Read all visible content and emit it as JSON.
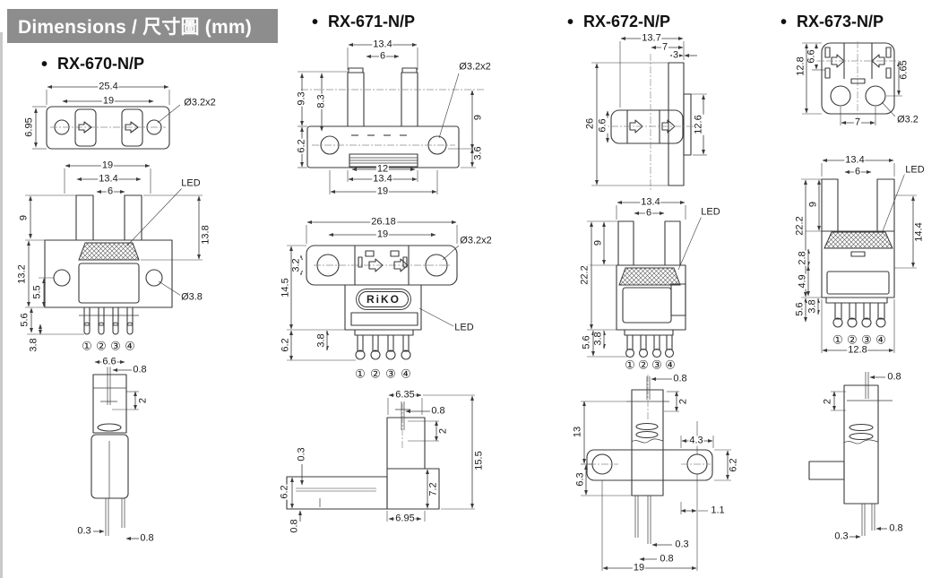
{
  "page": {
    "header_title": "Dimensions / 尺寸圖 (mm)",
    "bullet": "•",
    "header_bg": "#8d8d8d",
    "line_color": "#3a3a3a"
  },
  "models": [
    {
      "title": "RX-670-N/P",
      "top": {
        "w": "25.4",
        "w2": "19",
        "h": "6.95",
        "hole": "Ø3.2x2"
      },
      "front": {
        "w": "19",
        "w2": "13.4",
        "w3": "6",
        "led": "LED",
        "l1": "9",
        "r1": "13.8",
        "l2": "13.2",
        "l3": "5.5",
        "l4": "5.6",
        "l5": "3.8",
        "hole": "Ø3.8",
        "pins": [
          "①",
          "②",
          "③",
          "④"
        ]
      },
      "side": {
        "w": "6.6",
        "a": "0.8",
        "b": "2",
        "c": "0.3",
        "d": "0.8"
      }
    },
    {
      "title": "RX-671-N/P",
      "top": {
        "w": "13.4",
        "w2": "6",
        "hole": "Ø3.2x2",
        "l1": "9.3",
        "l2": "8.3",
        "l3": "6.2",
        "r1": "9",
        "r2": "3.6",
        "b1": "12",
        "b2": "13.4",
        "b3": "19"
      },
      "front": {
        "w": "26.18",
        "w2": "19",
        "hole": "Ø3.2x2",
        "l1": "3.2",
        "l2": "14.5",
        "l3": "6.2",
        "l4": "3.8",
        "logo": "RiKO",
        "led": "LED",
        "pins": [
          "①",
          "②",
          "③",
          "④"
        ]
      },
      "side": {
        "w": "6.35",
        "a": "0.8",
        "b": "2",
        "r1": "15.5",
        "r2": "7.2",
        "b1": "6.95",
        "l1": "0.3",
        "l2": "6.2",
        "l3": "0.8"
      }
    },
    {
      "title": "RX-672-N/P",
      "top": {
        "w": "13.7",
        "w2": "7",
        "w3": "3",
        "l1": "26",
        "l2": "6.6",
        "r1": "12.6"
      },
      "front": {
        "w": "13.4",
        "w2": "6",
        "led": "LED",
        "l1": "9",
        "l2": "22.2",
        "l3": "5.6",
        "l4": "3.8",
        "pins": [
          "①",
          "②",
          "③",
          "④"
        ]
      },
      "side": {
        "a": "0.8",
        "b": "2",
        "l1": "13",
        "l2": "6.3",
        "r1": "4.3",
        "r2": "6.2",
        "r3": "1.1",
        "c": "0.3",
        "d": "0.8",
        "b1": "19"
      }
    },
    {
      "title": "RX-673-N/P",
      "top": {
        "l1": "12.8",
        "l2": "6.6",
        "r1": "6.65",
        "b1": "7",
        "hole": "Ø3.2"
      },
      "front": {
        "w": "13.4",
        "w2": "6",
        "led": "LED",
        "l1": "9",
        "l2": "22.2",
        "l3": "2.8",
        "l4": "4.9",
        "l5": "3.8",
        "l6": "5.6",
        "r1": "14.4",
        "b1": "12.8",
        "pins": [
          "①",
          "②",
          "③",
          "④"
        ]
      },
      "side": {
        "a": "0.8",
        "b": "2",
        "c": "0.3",
        "d": "0.8"
      }
    }
  ]
}
